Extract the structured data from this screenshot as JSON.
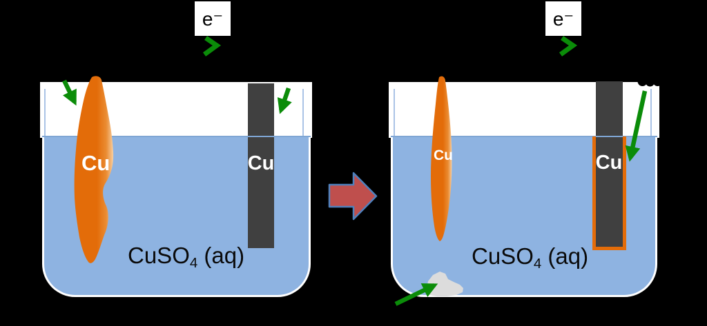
{
  "diagram": {
    "type": "electrolytic-refining-of-copper-before-after",
    "left_cell": {
      "electron_flow_label": "e⁻",
      "impure_anode_label": "Cu",
      "pure_cathode_label": "Cu",
      "solution_formula": {
        "main": "CuSO",
        "subscript": "4",
        "state": " (aq)"
      }
    },
    "right_cell": {
      "electron_flow_label": "e⁻",
      "impure_anode_label": "Cu",
      "plated_cathode_label": "Cu",
      "solution_formula": {
        "main": "CuSO",
        "subscript": "4",
        "state": " (aq)"
      }
    }
  },
  "colors": {
    "background": "#000000",
    "beaker_glass_white": "#ffffff",
    "solution_blue": "#8eb3e1",
    "waterline_blue": "#7fa6d4",
    "wall_line_blue": "#aac3e6",
    "copper_orange": "#e36c09",
    "copper_highlight": "#f7cfa2",
    "electrode_gray": "#404040",
    "arrow_green": "#0b8c09",
    "transition_arrow_fill": "#bf4f4d",
    "transition_arrow_stroke": "#4f81bd",
    "sludge_gray": "#dcdcdc",
    "text_black": "#000000",
    "electrode_label_white": "#ffffff"
  }
}
